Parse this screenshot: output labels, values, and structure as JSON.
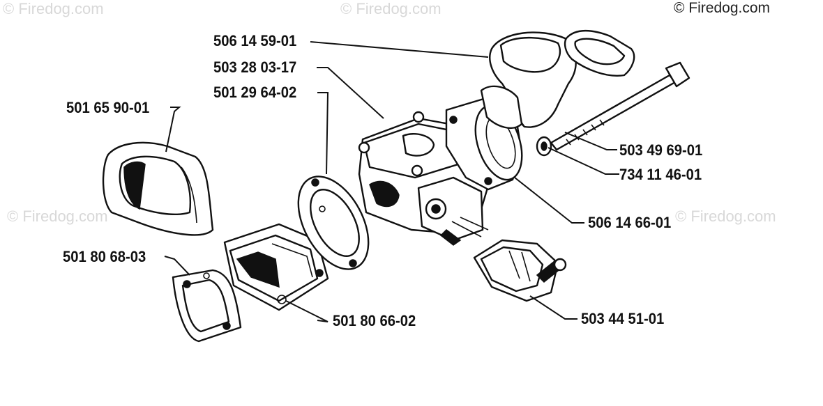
{
  "watermarks": {
    "brand": "© Firedog.com",
    "top_left": "© Firedog.com",
    "top_center": "© Firedog.com",
    "top_right": "© Firedog.com",
    "mid_left": "© Firedog.com",
    "mid_right": "© Firedog.com"
  },
  "part_numbers": {
    "intake_boot": "506 14 59-01",
    "carburetor": "503 28 03-17",
    "carb_gasket": "501 29 64-02",
    "air_filter_cover": "501 65 90-01",
    "filter_gasket": "501 80 68-03",
    "filter_holder": "501 80 66-02",
    "long_bolt": "503 49 69-01",
    "washer": "734 11 46-01",
    "intake_flange": "506 14 66-01",
    "fuel_pump": "503 44 51-01"
  }
}
